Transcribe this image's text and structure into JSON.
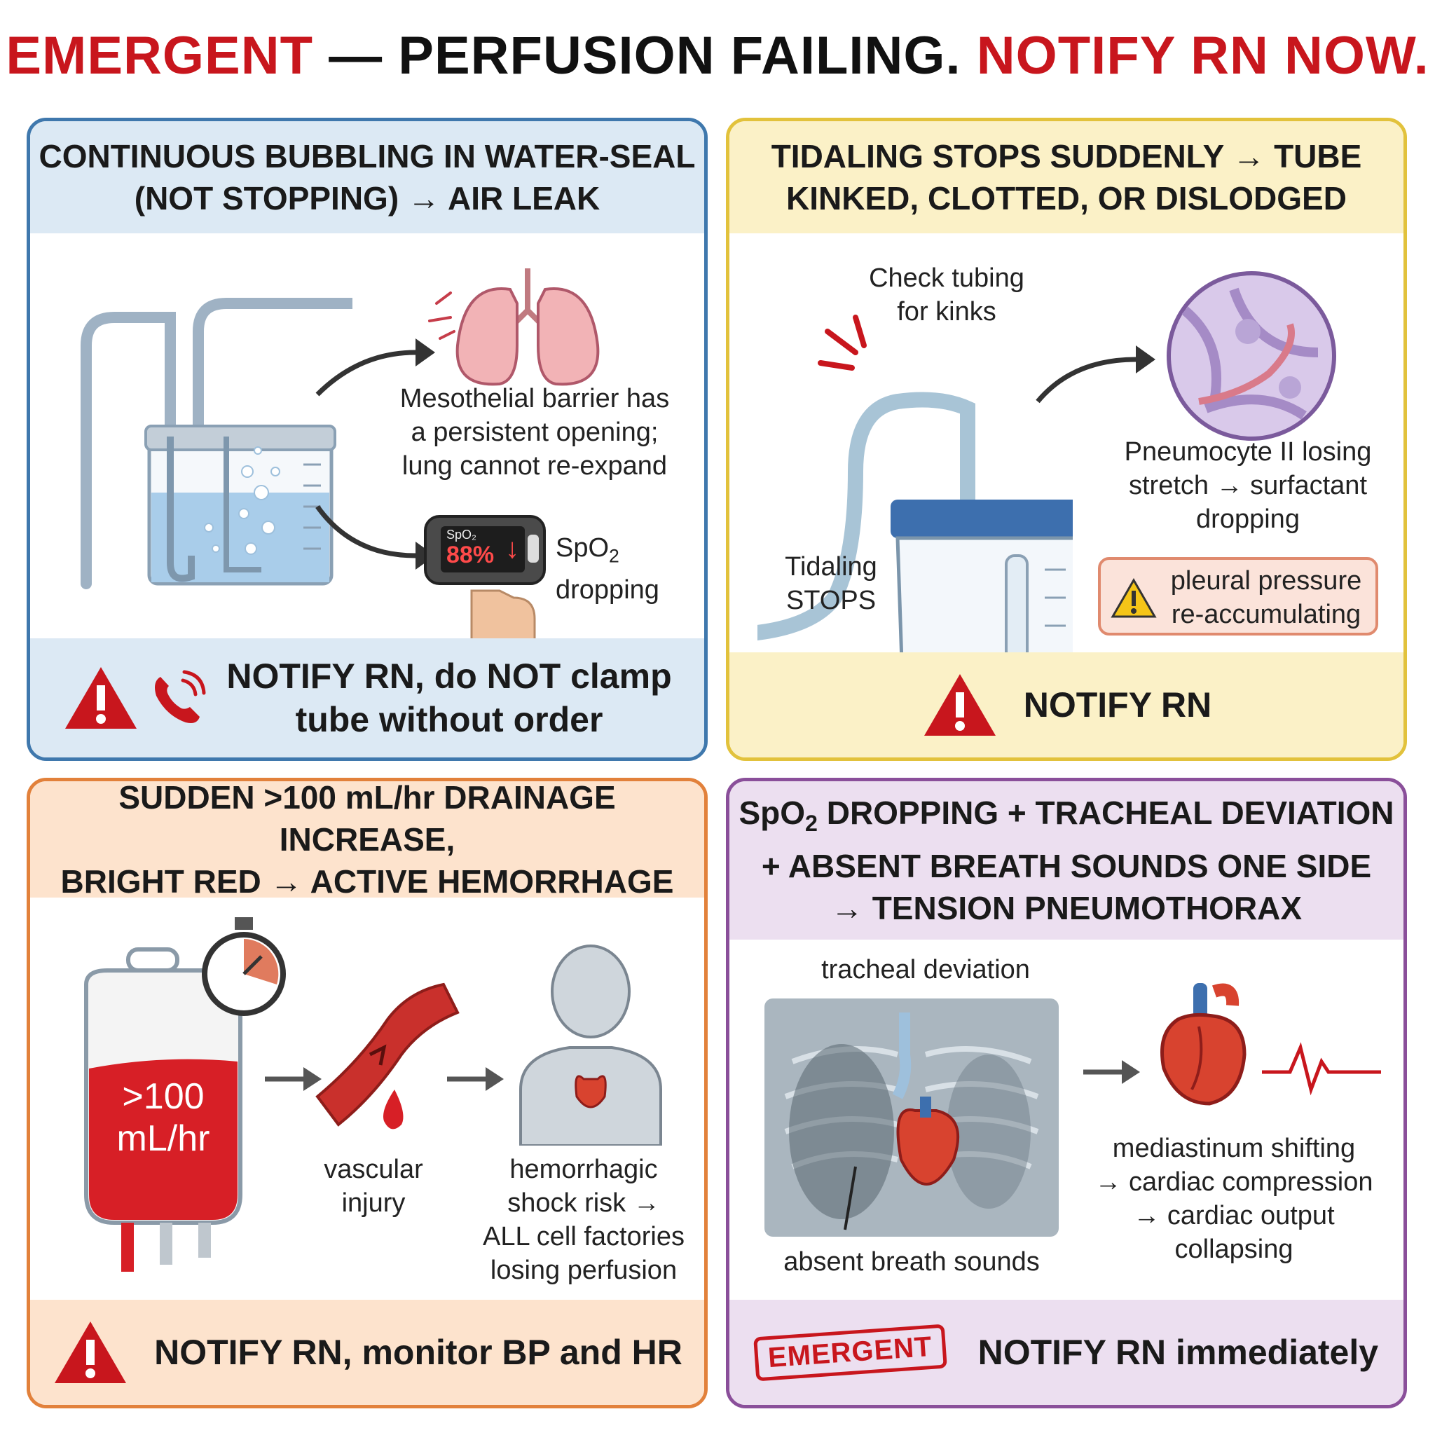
{
  "header": {
    "title_part1": "EMERGENT",
    "title_part2": " — PERFUSION FAILING. ",
    "title_part3": "NOTIFY RN NOW."
  },
  "cards": {
    "air_leak": {
      "title_line1": "CONTINUOUS BUBBLING IN WATER-SEAL",
      "title_line2": "(NOT STOPPING) → AIR LEAK",
      "lung_text": [
        "Mesothelial barrier has",
        "a persistent opening;",
        "lung cannot re-expand"
      ],
      "oximeter_reading_label": "SpO₂",
      "oximeter_reading": "88%",
      "spo2_text_a": "SpO",
      "spo2_text_sub": "2",
      "spo2_text_b": "dropping",
      "action": [
        "NOTIFY RN, do NOT clamp",
        "tube without order"
      ]
    },
    "tidaling": {
      "title_line1": "TIDALING STOPS SUDDENLY → TUBE",
      "title_line2": "KINKED, CLOTTED, OR DISLODGED",
      "check_text": [
        "Check tubing",
        "for kinks"
      ],
      "tidaling_text": [
        "Tidaling",
        "STOPS"
      ],
      "pneumocyte_text": [
        "Pneumocyte II losing",
        "stretch → surfactant",
        "dropping"
      ],
      "pleural_text": [
        "pleural pressure",
        "re-accumulating"
      ],
      "action": "NOTIFY RN"
    },
    "hemorrhage": {
      "title_line1": "SUDDEN >100 mL/hr DRAINAGE INCREASE,",
      "title_line2": "BRIGHT RED → ACTIVE HEMORRHAGE",
      "bag_text": [
        ">100",
        "mL/hr"
      ],
      "vascular_text": [
        "vascular",
        "injury"
      ],
      "shock_text": [
        "hemorrhagic",
        "shock risk →",
        "ALL cell factories",
        "losing perfusion"
      ],
      "action": "NOTIFY RN, monitor BP and HR"
    },
    "tension": {
      "title_line1a": "SpO",
      "title_line1sub": "2",
      "title_line1b": " DROPPING + TRACHEAL DEVIATION",
      "title_line2": "+ ABSENT BREATH SOUNDS ONE SIDE",
      "title_line3": "→ TENSION PNEUMOTHORAX",
      "trachea_text": "tracheal deviation",
      "breath_text": "absent breath sounds",
      "mediastinum_text": [
        "mediastinum shifting",
        "→ cardiac compression",
        "→ cardiac output",
        "collapsing"
      ],
      "stamp": "EMERGENT",
      "action": "NOTIFY RN immediately"
    }
  },
  "colors": {
    "alert_red": "#c8161d",
    "blue_border": "#3f78ad",
    "yellow_border": "#e2c23c",
    "orange_border": "#e2813b",
    "purple_border": "#8a4f9a"
  },
  "icons": [
    "warning-triangle-icon",
    "phone-ringing-icon",
    "arrow-icon",
    "stopwatch-icon",
    "blood-drop-icon",
    "heart-icon",
    "ecg-line-icon",
    "burst-icon"
  ]
}
